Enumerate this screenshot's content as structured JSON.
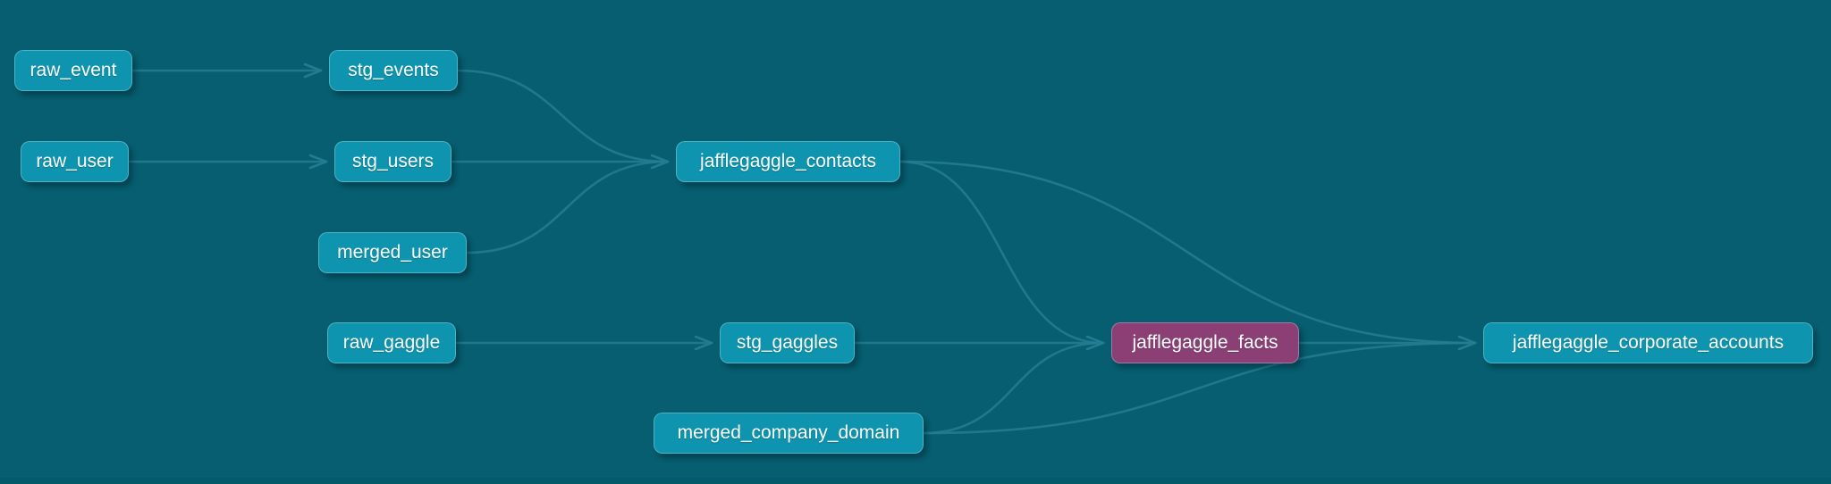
{
  "diagram": {
    "type": "lineage-dag",
    "colors": {
      "background": "#065E70",
      "bottom_strip": "#035A68",
      "node_default": "#0E94AE",
      "node_highlight": "#8C3F75",
      "edge": "#247C91",
      "text": "#FFFFFF"
    },
    "nodes": [
      {
        "id": "raw_event",
        "label": "raw_event",
        "variant": "default"
      },
      {
        "id": "stg_events",
        "label": "stg_events",
        "variant": "default"
      },
      {
        "id": "raw_user",
        "label": "raw_user",
        "variant": "default"
      },
      {
        "id": "stg_users",
        "label": "stg_users",
        "variant": "default"
      },
      {
        "id": "merged_user",
        "label": "merged_user",
        "variant": "default"
      },
      {
        "id": "jafflegaggle_contacts",
        "label": "jafflegaggle_contacts",
        "variant": "default"
      },
      {
        "id": "raw_gaggle",
        "label": "raw_gaggle",
        "variant": "default"
      },
      {
        "id": "stg_gaggles",
        "label": "stg_gaggles",
        "variant": "default"
      },
      {
        "id": "jafflegaggle_facts",
        "label": "jafflegaggle_facts",
        "variant": "highlight"
      },
      {
        "id": "jafflegaggle_corporate_accounts",
        "label": "jafflegaggle_corporate_accounts",
        "variant": "default"
      },
      {
        "id": "merged_company_domain",
        "label": "merged_company_domain",
        "variant": "default"
      }
    ],
    "edges": [
      {
        "from": "raw_event",
        "to": "stg_events"
      },
      {
        "from": "raw_user",
        "to": "stg_users"
      },
      {
        "from": "stg_events",
        "to": "jafflegaggle_contacts"
      },
      {
        "from": "stg_users",
        "to": "jafflegaggle_contacts"
      },
      {
        "from": "merged_user",
        "to": "jafflegaggle_contacts"
      },
      {
        "from": "raw_gaggle",
        "to": "stg_gaggles"
      },
      {
        "from": "stg_gaggles",
        "to": "jafflegaggle_facts"
      },
      {
        "from": "jafflegaggle_contacts",
        "to": "jafflegaggle_facts"
      },
      {
        "from": "merged_company_domain",
        "to": "jafflegaggle_facts"
      },
      {
        "from": "jafflegaggle_facts",
        "to": "jafflegaggle_corporate_accounts"
      },
      {
        "from": "jafflegaggle_contacts",
        "to": "jafflegaggle_corporate_accounts"
      },
      {
        "from": "merged_company_domain",
        "to": "jafflegaggle_corporate_accounts"
      }
    ]
  }
}
